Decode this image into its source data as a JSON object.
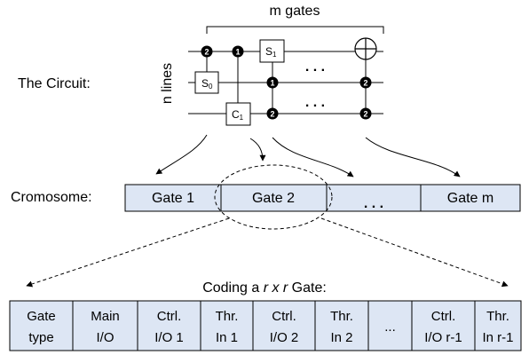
{
  "circuit": {
    "label": "The Circuit:",
    "m_gates_label": "m gates",
    "n_lines_label": "n lines",
    "dots": ". . .",
    "gates": {
      "s0": {
        "main": "S",
        "sub": "0"
      },
      "s1": {
        "main": "S",
        "sub": "1"
      },
      "c1": {
        "main": "C",
        "sub": "1"
      }
    },
    "control_labels": {
      "c_s0": "2",
      "c_c1": "1",
      "c_s1_a": "1",
      "c_s1_b": "2",
      "c_x_a": "2",
      "c_x_b": "2"
    }
  },
  "chromosome": {
    "label": "Cromosome:",
    "cells": [
      "Gate 1",
      "Gate 2",
      ". . .",
      "Gate m"
    ]
  },
  "coding": {
    "label_prefix": "Coding a ",
    "label_italic": "r x r",
    "label_suffix": " Gate:",
    "cells": [
      {
        "line1": "Gate",
        "line2": "type"
      },
      {
        "line1": "Main",
        "line2": "I/O"
      },
      {
        "line1": "Ctrl.",
        "line2": "I/O 1"
      },
      {
        "line1": "Thr.",
        "line2": "In 1"
      },
      {
        "line1": "Ctrl.",
        "line2": "I/O 2"
      },
      {
        "line1": "Thr.",
        "line2": "In 2"
      },
      {
        "line1": "...",
        "line2": ""
      },
      {
        "line1": "Ctrl.",
        "line2": "I/O r-1"
      },
      {
        "line1": "Thr.",
        "line2": "In r-1"
      }
    ]
  },
  "colors": {
    "box_fill": "#dde6f4",
    "stroke": "#000000",
    "control_fill": "#000000",
    "control_text": "#ffffff"
  }
}
